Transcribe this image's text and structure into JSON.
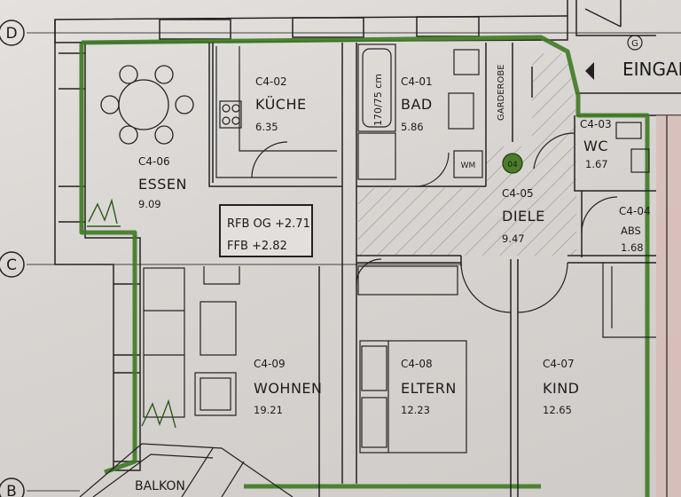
{
  "grid_axes": {
    "top": "D",
    "middle": "C",
    "bottom": "B"
  },
  "entrance": {
    "marker": "G",
    "label": "EINGAN"
  },
  "rooms": [
    {
      "code": "C4-06",
      "name": "ESSEN",
      "area": "9.09"
    },
    {
      "code": "C4-02",
      "name": "KÜCHE",
      "area": "6.35"
    },
    {
      "code": "C4-01",
      "name": "BAD",
      "area": "5.86"
    },
    {
      "code": "C4-03",
      "name": "WC",
      "area": "1.67"
    },
    {
      "code": "C4-04",
      "name": "ABS",
      "area": "1.68"
    },
    {
      "code": "C4-05",
      "name": "DIELE",
      "area": "9.47"
    },
    {
      "code": "C4-09",
      "name": "WOHNEN",
      "area": "19.21"
    },
    {
      "code": "C4-08",
      "name": "ELTERN",
      "area": "12.23"
    },
    {
      "code": "C4-07",
      "name": "KIND",
      "area": "12.65"
    }
  ],
  "level_box": {
    "line1": "RFB OG +2.71",
    "line2": "FFB +2.82"
  },
  "fixtures": {
    "bathtub": "170/75 cm",
    "wardrobe": "GARDEROBE",
    "washer": "WM",
    "meter_symbol": "04"
  },
  "balcony": {
    "label": "BALKON"
  },
  "colors": {
    "outline_green": "#3e7a22",
    "ink": "#1c1c1c",
    "paper": "#dedad7",
    "hatch": "#555555"
  }
}
